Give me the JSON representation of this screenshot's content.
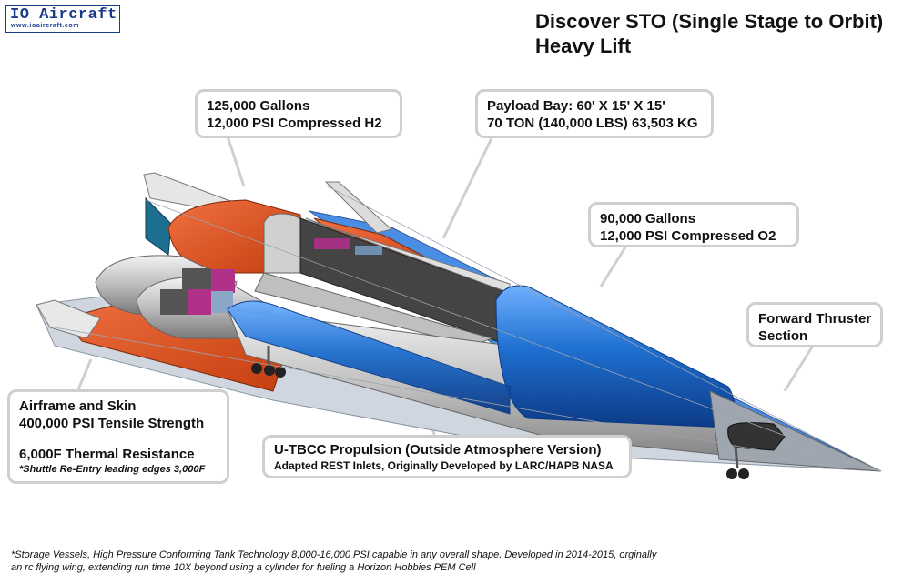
{
  "logo": {
    "name": "IO Aircraft",
    "url": "www.ioaircraft.com"
  },
  "title": {
    "line1": "Discover STO (Single Stage to Orbit)",
    "line2": "Heavy Lift"
  },
  "callouts": {
    "h2_tank": {
      "line1": "125,000 Gallons",
      "line2": "12,000 PSI Compressed H2"
    },
    "payload": {
      "line1": "Payload Bay: 60' X 15' X 15'",
      "line2": "70 TON (140,000 LBS) 63,503 KG"
    },
    "o2_tank": {
      "line1": "90,000 Gallons",
      "line2": "12,000 PSI Compressed O2"
    },
    "thruster": {
      "line1": "Forward Thruster",
      "line2": "Section"
    },
    "airframe": {
      "line1": "Airframe and Skin",
      "line2": "400,000 PSI Tensile Strength",
      "line3": "6,000F Thermal Resistance",
      "note": "*Shuttle Re-Entry leading edges 3,000F"
    },
    "propulsion": {
      "line1": "U-TBCC Propulsion (Outside Atmosphere Version)",
      "line2": "Adapted REST Inlets, Originally Developed by LARC/HAPB NASA"
    }
  },
  "footnote": {
    "line1": "*Storage Vessels, High Pressure Conforming Tank Technology 8,000-16,000 PSI capable in any overall shape. Developed in 2014-2015, orginally",
    "line2": "an rc flying wing, extending run time 10X beyond using a cylinder for fueling a Horizon Hobbies PEM Cell"
  },
  "colors": {
    "tank_blue": "#1e6fd0",
    "h2_orange": "#e0541e",
    "engine_magenta": "#b0308a",
    "callout_border": "#cfcfcf"
  }
}
